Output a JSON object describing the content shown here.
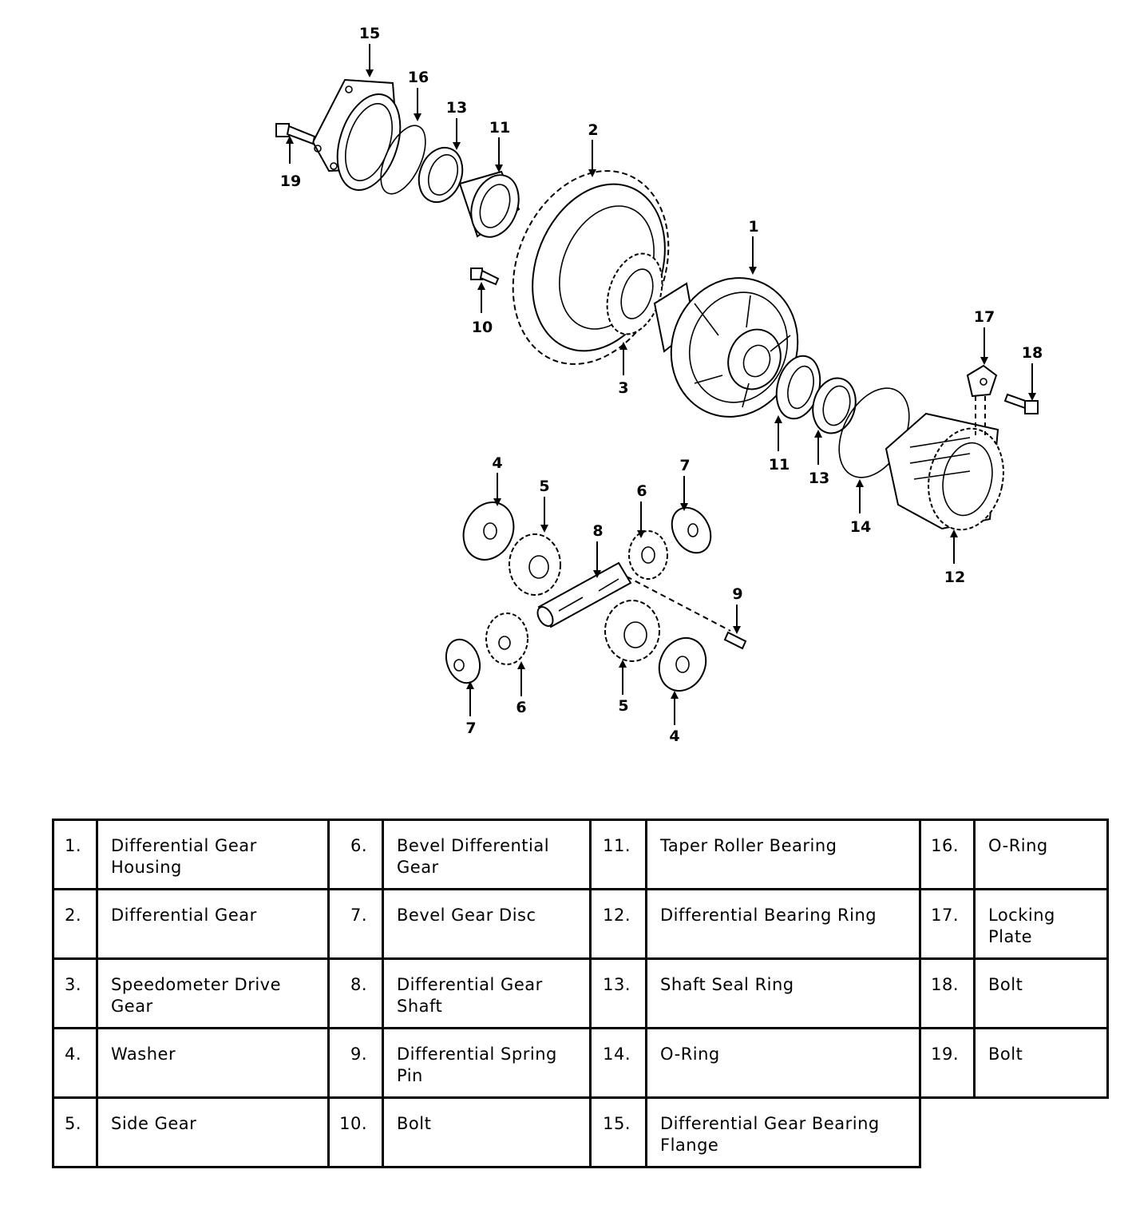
{
  "callouts": {
    "c1": "1",
    "c2": "2",
    "c3": "3",
    "c4a": "4",
    "c4b": "4",
    "c5a": "5",
    "c5b": "5",
    "c6a": "6",
    "c6b": "6",
    "c7a": "7",
    "c7b": "7",
    "c8": "8",
    "c9": "9",
    "c10": "10",
    "c11a": "11",
    "c11b": "11",
    "c12": "12",
    "c13a": "13",
    "c13b": "13",
    "c14": "14",
    "c15": "15",
    "c16": "16",
    "c17": "17",
    "c18": "18",
    "c19": "19"
  },
  "legend": {
    "rows": [
      [
        {
          "num": "1.",
          "label": "Differential Gear Housing"
        },
        {
          "num": "6.",
          "label": "Bevel Differential Gear"
        },
        {
          "num": "11.",
          "label": "Taper Roller Bearing"
        },
        {
          "num": "16.",
          "label": "O-Ring"
        }
      ],
      [
        {
          "num": "2.",
          "label": "Differential Gear"
        },
        {
          "num": "7.",
          "label": "Bevel Gear Disc"
        },
        {
          "num": "12.",
          "label": "Differential Bearing Ring"
        },
        {
          "num": "17.",
          "label": "Locking Plate"
        }
      ],
      [
        {
          "num": "3.",
          "label": "Speedometer Drive Gear"
        },
        {
          "num": "8.",
          "label": "Differential Gear Shaft"
        },
        {
          "num": "13.",
          "label": "Shaft Seal Ring"
        },
        {
          "num": "18.",
          "label": "Bolt"
        }
      ],
      [
        {
          "num": "4.",
          "label": "Washer"
        },
        {
          "num": "9.",
          "label": "Differential Spring Pin"
        },
        {
          "num": "14.",
          "label": "O-Ring"
        },
        {
          "num": "19.",
          "label": "Bolt"
        }
      ],
      [
        {
          "num": "5.",
          "label": "Side Gear"
        },
        {
          "num": "10.",
          "label": "Bolt"
        },
        {
          "num": "15.",
          "label": "Differential Gear Bearing Flange"
        }
      ]
    ]
  }
}
